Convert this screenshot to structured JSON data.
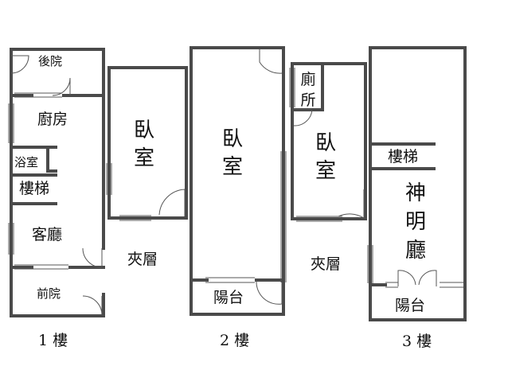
{
  "floor1": {
    "back_yard": "後院",
    "kitchen": "廚房",
    "bathroom": "浴室",
    "stairs": "樓梯",
    "living_room": "客廳",
    "front_yard": "前院"
  },
  "mezzanine1": {
    "bedroom": "臥室",
    "mezzanine": "夾層"
  },
  "floor2": {
    "bedroom": "臥室",
    "balcony": "陽台"
  },
  "mezzanine2": {
    "toilet": "廁所",
    "bedroom": "臥室",
    "mezzanine": "夾層"
  },
  "floor3": {
    "stairs": "樓梯",
    "shrine_hall": "神明廳",
    "balcony": "陽台"
  },
  "captions": {
    "floor1": "1 樓",
    "floor2": "2 樓",
    "floor3": "3 樓"
  },
  "colors": {
    "wall": "#4a4a4a",
    "text": "#111111",
    "background": "#ffffff"
  }
}
